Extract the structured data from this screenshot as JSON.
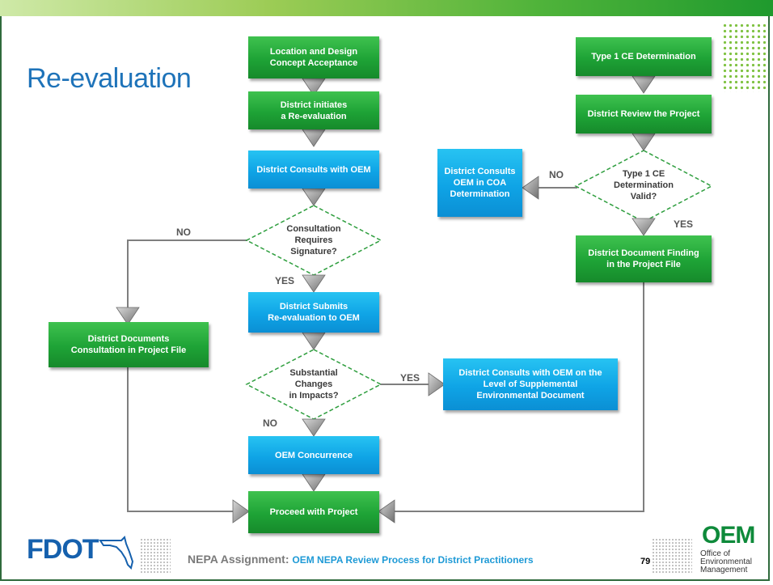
{
  "title": "Re-evaluation",
  "boxes": {
    "location_design": "Location and Design\nConcept Acceptance",
    "district_initiates": "District initiates\na Re-evaluation",
    "consults_oem": "District Consults with OEM",
    "consultation_requires": "Consultation\nRequires\nSignature?",
    "submits_reeval": "District Submits\nRe-evaluation to OEM",
    "substantial_changes": "Substantial\nChanges\nin Impacts?",
    "oem_concurrence": "OEM Concurrence",
    "proceed": "Proceed with Project",
    "documents_consultation": "District Documents\nConsultation in Project File",
    "consults_supplemental": "District Consults with OEM on the\nLevel of Supplemental\nEnvironmental Document",
    "type1_determination": "Type 1 CE Determination",
    "review_project": "District Review the Project",
    "type1_valid": "Type 1 CE\nDetermination\nValid?",
    "consults_coa": "District Consults\nOEM in COA\nDetermination",
    "document_finding": "District Document Finding\nin the Project File"
  },
  "labels": {
    "no_left": "NO",
    "yes_mid": "YES",
    "yes_right": "YES",
    "no_bottom": "NO",
    "no_coa": "NO",
    "yes_type1": "YES"
  },
  "footer": {
    "prefix": "NEPA Assignment:",
    "subtitle": "OEM NEPA Review Process for District Practitioners",
    "page": "79"
  },
  "logos": {
    "fdot": "FDOT",
    "oem_big": "OEM",
    "oem_sub": "Office of\nEnvironmental\nManagement"
  },
  "colors": {
    "green_box": "#1ea336",
    "blue_box": "#0fa4e6",
    "title": "#1e73b9",
    "connector": "#7f7f7f",
    "diamond_border": "#2e9e3e"
  }
}
